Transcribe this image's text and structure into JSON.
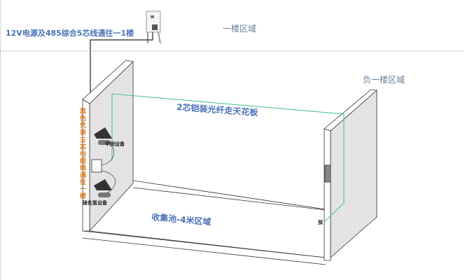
{
  "labels": {
    "power_cable": "12V电源及485综合5芯线通往一1楼",
    "first_floor": "一楼区域",
    "basement": "负一楼区域",
    "fiber": "2芯铠装光纤走天花板",
    "pool": "收集池-4米区域",
    "methane": "甲烷设备",
    "h2s": "硫化氢设备",
    "probe": "探",
    "black_cable_chars": [
      "黑",
      "色",
      "代",
      "表",
      "五",
      "芯",
      "电",
      "缆",
      "线",
      "通",
      "往",
      "一",
      "楼"
    ]
  },
  "colors": {
    "fiber": "#3fbf8f",
    "label_blue": "#4a72b8",
    "note_orange": "#e07a22"
  }
}
